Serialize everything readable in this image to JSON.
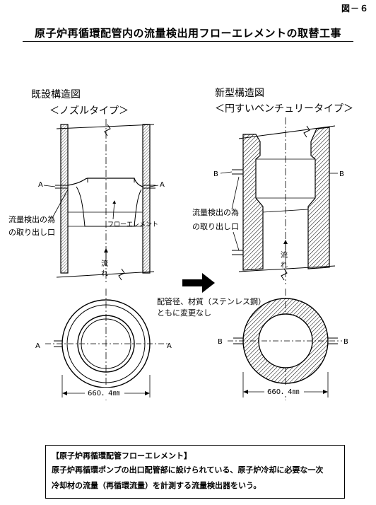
{
  "figure_label": "図－６",
  "title": "原子炉再循環配管内の流量検出用フローエレメントの取替工事",
  "old_design": {
    "heading": "既設構造図",
    "subheading": "＜ノズルタイプ＞",
    "section_label": "A",
    "element_label": "フローエレメント",
    "tap_label_line1": "流量検出の為",
    "tap_label_line2": "の取り出し口",
    "flow_label": "流れ",
    "dimension": "660．4㎜"
  },
  "new_design": {
    "heading": "新型構造図",
    "subheading": "＜円すいベンチュリータイプ＞",
    "section_label": "B",
    "tap_label_line1": "流量検出の為",
    "tap_label_line2": "の取り出し口",
    "flow_label": "流れ",
    "dimension": "660．4㎜"
  },
  "transition": {
    "note_line1": "配管径、材質（ステンレス鋼）",
    "note_line2": "ともに変更なし"
  },
  "note": {
    "heading": "【原子炉再循環配管フローエレメント】",
    "line1": "原子炉再循環ポンプの出口配管部に設けられている、原子炉冷却に必要な一次",
    "line2": "冷却材の流量（再循環流量）を計測する流量検出器をいう。"
  }
}
